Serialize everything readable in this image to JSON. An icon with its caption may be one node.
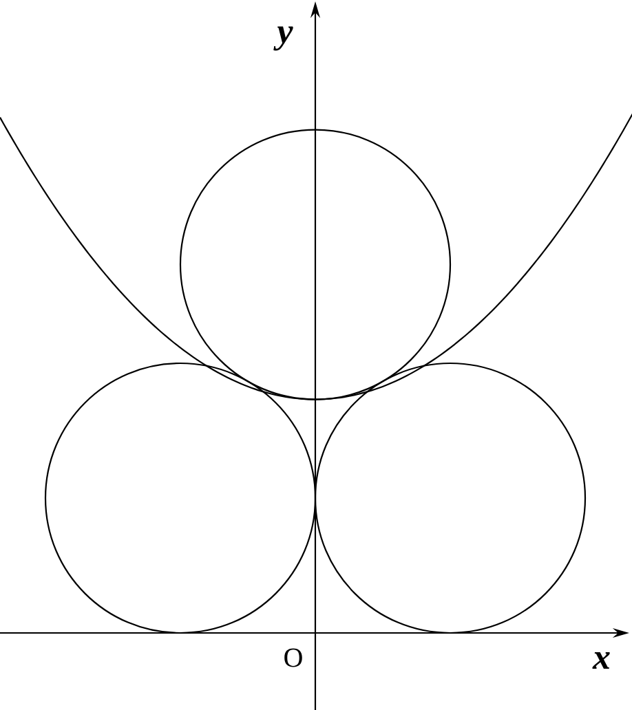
{
  "diagram": {
    "labels": [
      "y",
      "x",
      "O"
    ]
  }
}
